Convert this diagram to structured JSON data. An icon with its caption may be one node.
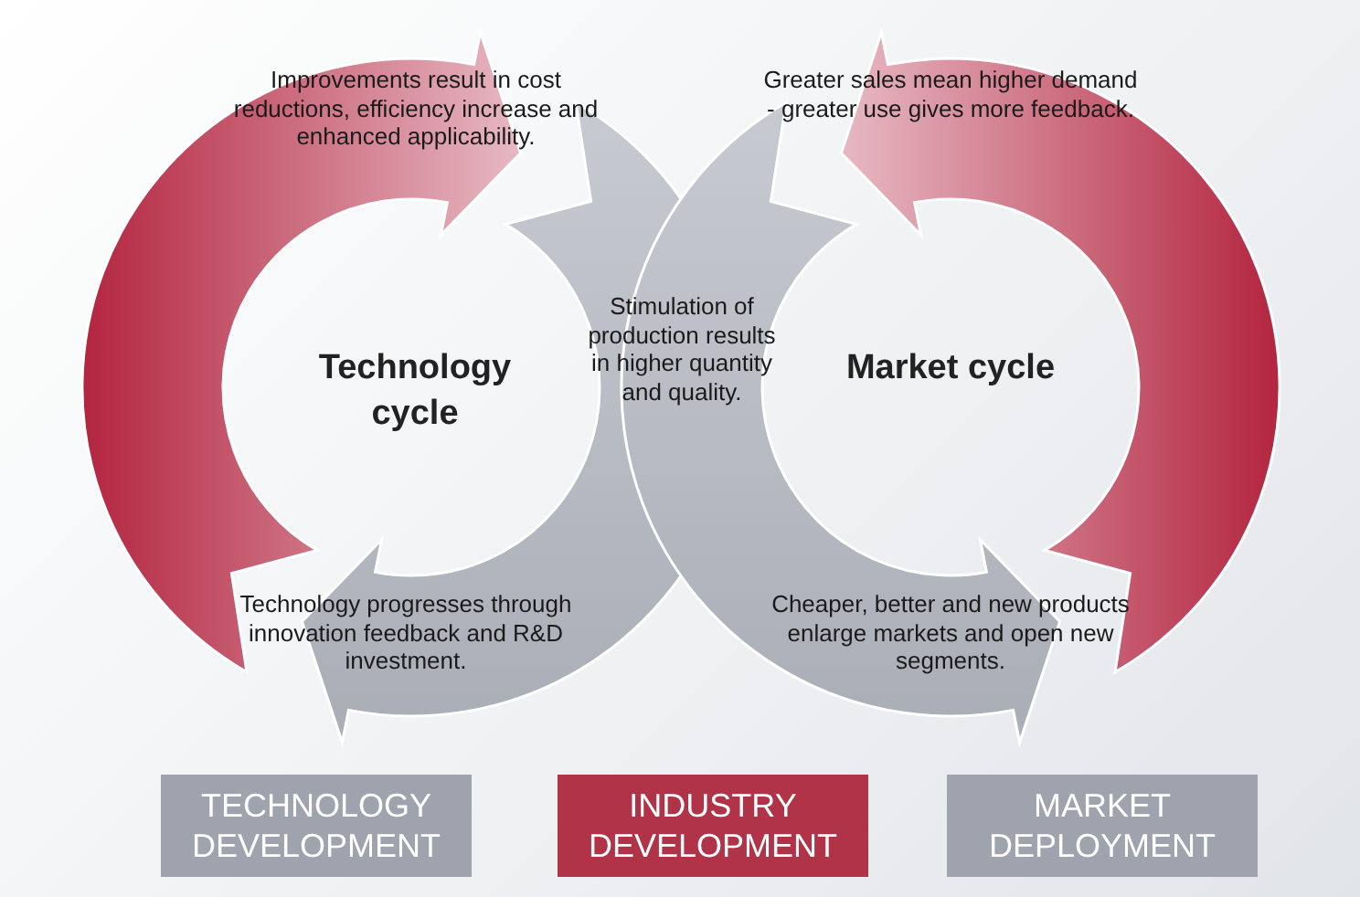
{
  "diagram": {
    "nodes": [
      {
        "text": [
          "Technology cycle"
        ]
      },
      {
        "text": [
          "Market cycle"
        ]
      },
      {
        "text": [
          "TECHNOLOGY DEVELOPMENT"
        ]
      },
      {
        "text": [
          "INDUSTRY DEVELOPMENT"
        ]
      },
      {
        "text": [
          "MARKET DEPLOYMENT"
        ]
      }
    ],
    "labels": [
      "Improvements result in cost reductions, efficiency increase and enhanced applicability.",
      "Greater sales mean higher demand - greater use gives more feedback.",
      "Stimulation of production results in higher quantity and quality.",
      "Technology progresses through innovation feedback and R&D investment.",
      "Cheaper, better and new products enlarge markets and open new segments."
    ]
  }
}
